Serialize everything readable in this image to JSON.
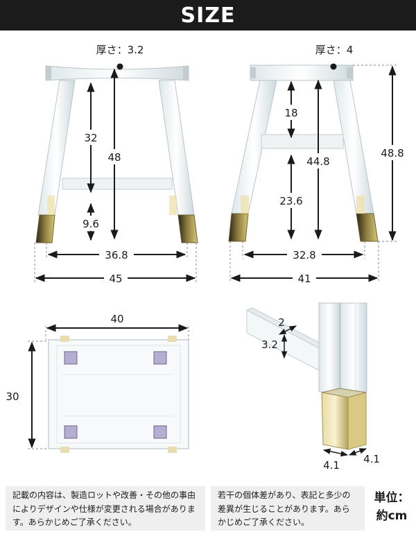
{
  "header": {
    "title": "SIZE"
  },
  "front_view": {
    "thickness_label": "厚さ：3.2",
    "dims": {
      "inner_height": "32",
      "total_height": "48",
      "foot_height": "9.6",
      "inner_width": "36.8",
      "total_width": "45"
    }
  },
  "side_view": {
    "thickness_label": "厚さ：4",
    "dims": {
      "upper": "18",
      "mid_height": "44.8",
      "total_height": "48.8",
      "lower": "23.6",
      "inner_width": "32.8",
      "total_width": "41"
    }
  },
  "top_view": {
    "dims": {
      "width": "40",
      "depth": "30"
    }
  },
  "detail_view": {
    "dims": {
      "bar_thickness": "2",
      "bar_height": "3.2",
      "leg_a": "4.1",
      "leg_b": "4.1"
    }
  },
  "notes": {
    "left": "記載の内容は、製造ロットや改善・その他の事由によりデザインや仕様が変更される場合があります。あらかじめご了承ください。",
    "right": "若干の個体差があり、表記と多少の差異が生じることがあります。あらかじめご了承ください。"
  },
  "unit": {
    "label": "単位：",
    "value": "約cm"
  }
}
